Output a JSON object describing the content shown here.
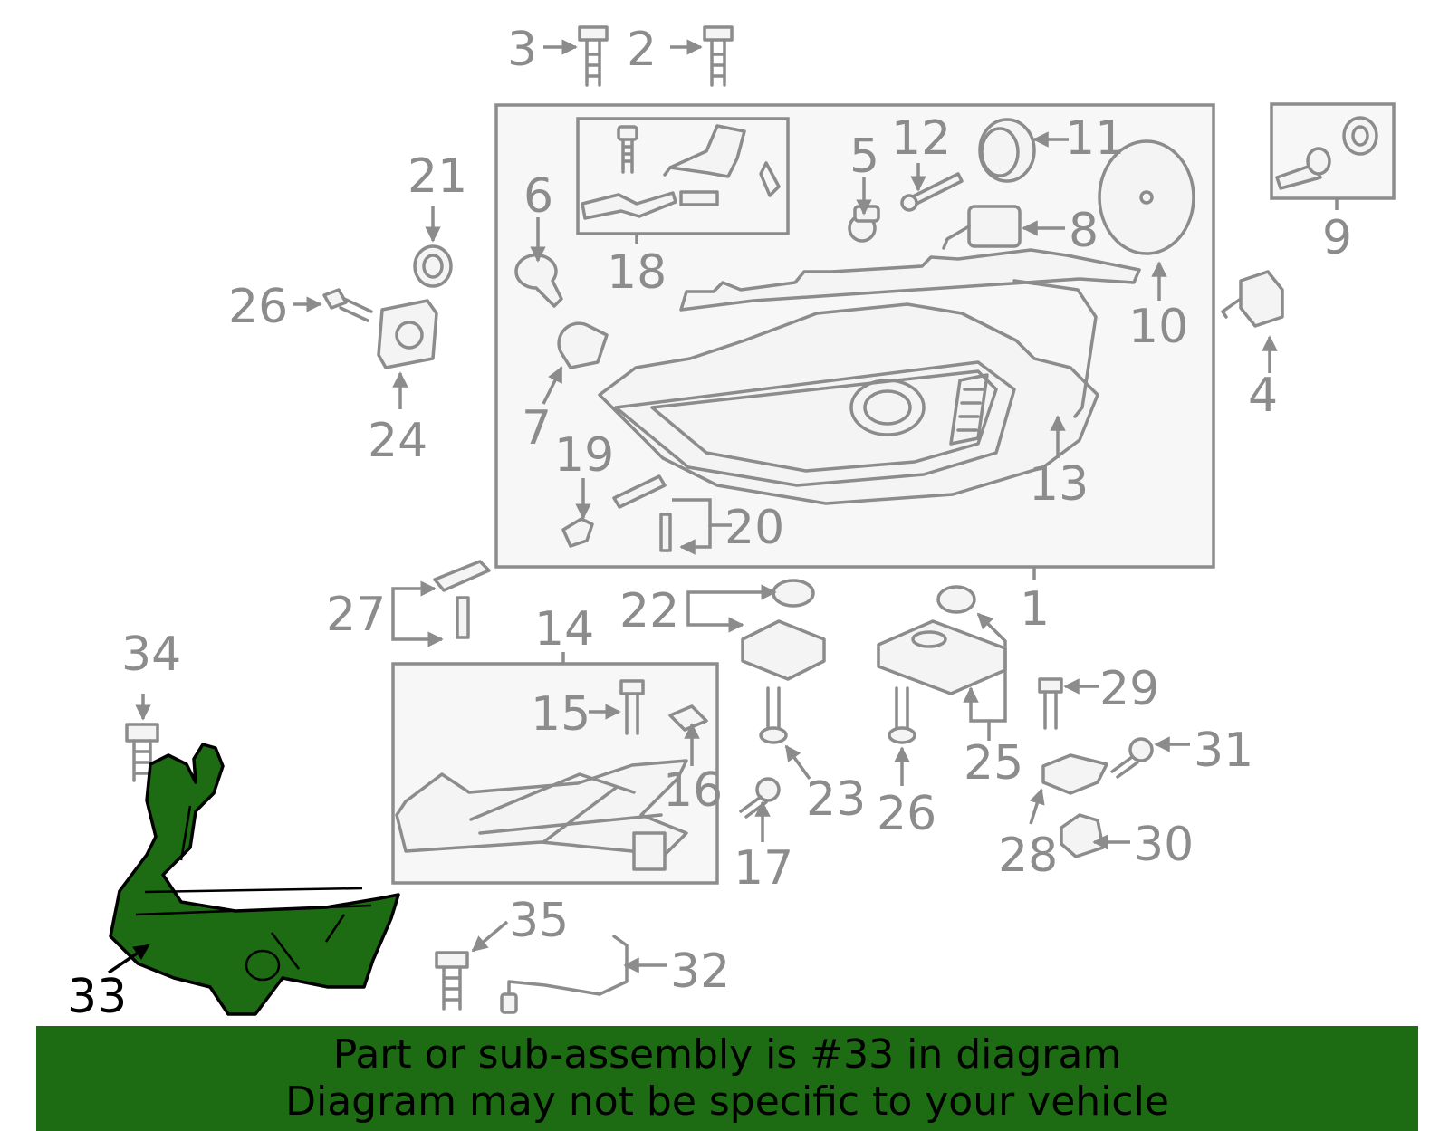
{
  "colors": {
    "highlight": "#1d6b12",
    "banner": "#1d6b12",
    "line": "#8c8c8c",
    "box_fill": "#f7f7f7"
  },
  "callouts": {
    "c1": "1",
    "c2": "2",
    "c3": "3",
    "c4": "4",
    "c5": "5",
    "c6": "6",
    "c7": "7",
    "c8": "8",
    "c9": "9",
    "c10": "10",
    "c11": "11",
    "c12": "12",
    "c13": "13",
    "c14": "14",
    "c15": "15",
    "c16": "16",
    "c17": "17",
    "c18": "18",
    "c19": "19",
    "c20": "20",
    "c21": "21",
    "c22": "22",
    "c23": "23",
    "c24": "24",
    "c25": "25",
    "c26a": "26",
    "c26b": "26",
    "c27": "27",
    "c28": "28",
    "c29": "29",
    "c30": "30",
    "c31": "31",
    "c32": "32",
    "c33": "33",
    "c34": "34",
    "c35": "35"
  },
  "banner": {
    "line1": "Part or sub-assembly is #33 in diagram",
    "line2": "Diagram may not be specific to your vehicle"
  }
}
